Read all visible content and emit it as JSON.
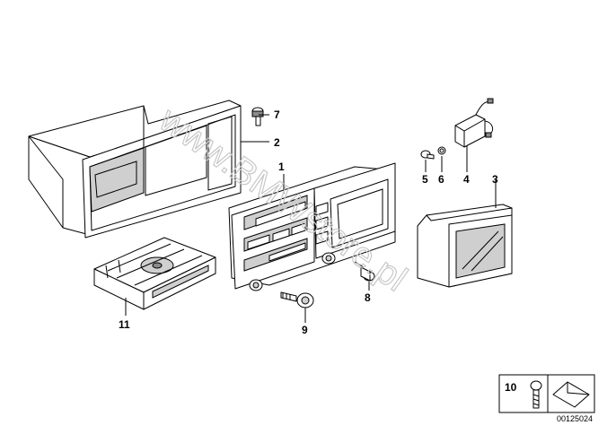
{
  "watermark": "www.BMWstore.pl",
  "callouts": {
    "c1": "1",
    "c2": "2",
    "c3": "3",
    "c4": "4",
    "c5": "5",
    "c6": "6",
    "c7": "7",
    "c8": "8",
    "c9": "9",
    "c10": "10",
    "c11": "11"
  },
  "diagram_code": "00125024"
}
